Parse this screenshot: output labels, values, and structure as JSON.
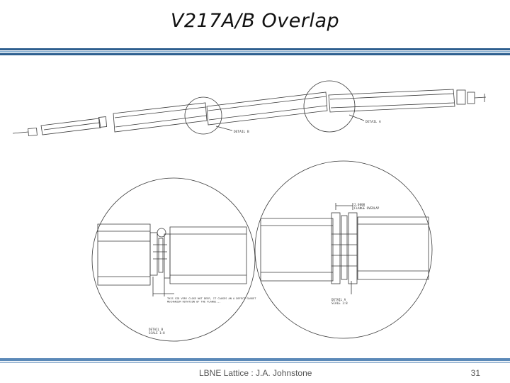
{
  "slide": {
    "title": "V217A/B Overlap",
    "footer": "LBNE Lattice : J.A. Johnstone",
    "page_number": "31"
  },
  "colors": {
    "rule_dark": "#2e5f8f",
    "rule_light": "#8fb4d4",
    "footer_band": "#5b89b8",
    "line": "#3a3a3a"
  },
  "drawing": {
    "top_callouts": [
      "DETAIL B",
      "DETAIL A"
    ],
    "detail_b_note": "THIS SID VERY CLOSE NOT DEEP, IT CAUSES AN A DEFECT GASKET MECHANISM ROTATION OF THE FLANGE...",
    "detail_b_label": "DETAIL B\nSCALE 1:8",
    "detail_a_dim": "2.0000\nFLANGE OVERLAP",
    "detail_a_label": "DETAIL A\nSCALE 1:8"
  }
}
